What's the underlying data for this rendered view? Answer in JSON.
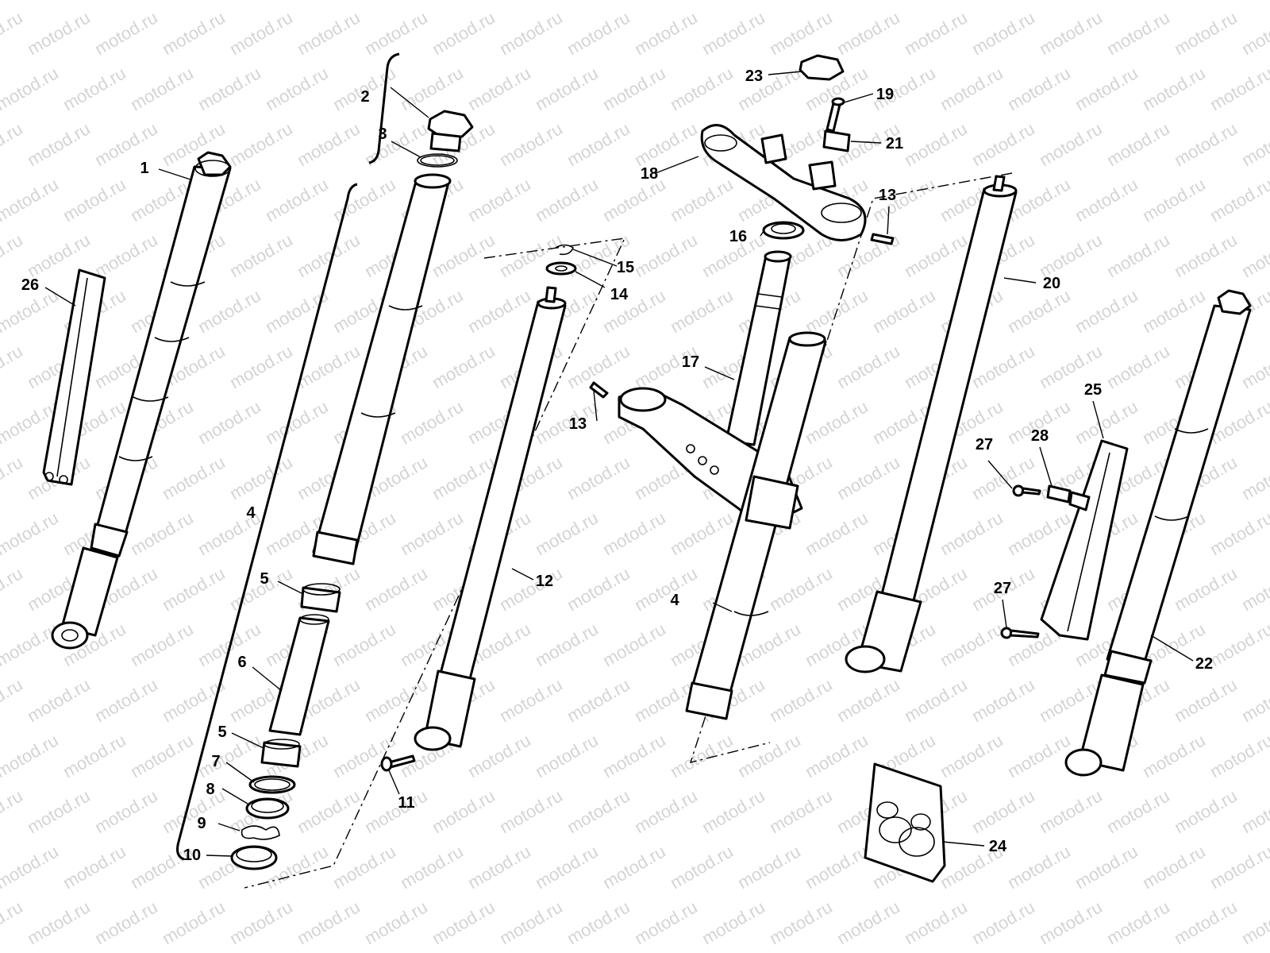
{
  "watermark": {
    "text": "motod.ru",
    "color": "#d4d4d4"
  },
  "callouts": [
    {
      "id": "c1",
      "label": "1"
    },
    {
      "id": "c2",
      "label": "2"
    },
    {
      "id": "c3",
      "label": "3"
    },
    {
      "id": "c4a",
      "label": "4"
    },
    {
      "id": "c4b",
      "label": "4"
    },
    {
      "id": "c5a",
      "label": "5"
    },
    {
      "id": "c5b",
      "label": "5"
    },
    {
      "id": "c6",
      "label": "6"
    },
    {
      "id": "c7",
      "label": "7"
    },
    {
      "id": "c8",
      "label": "8"
    },
    {
      "id": "c9",
      "label": "9"
    },
    {
      "id": "c10",
      "label": "10"
    },
    {
      "id": "c11",
      "label": "11"
    },
    {
      "id": "c12",
      "label": "12"
    },
    {
      "id": "c13a",
      "label": "13"
    },
    {
      "id": "c13b",
      "label": "13"
    },
    {
      "id": "c14",
      "label": "14"
    },
    {
      "id": "c15",
      "label": "15"
    },
    {
      "id": "c16",
      "label": "16"
    },
    {
      "id": "c17",
      "label": "17"
    },
    {
      "id": "c18",
      "label": "18"
    },
    {
      "id": "c19",
      "label": "19"
    },
    {
      "id": "c20",
      "label": "20"
    },
    {
      "id": "c21",
      "label": "21"
    },
    {
      "id": "c22",
      "label": "22"
    },
    {
      "id": "c23",
      "label": "23"
    },
    {
      "id": "c24",
      "label": "24"
    },
    {
      "id": "c25",
      "label": "25"
    },
    {
      "id": "c26",
      "label": "26"
    },
    {
      "id": "c27a",
      "label": "27"
    },
    {
      "id": "c27b",
      "label": "27"
    },
    {
      "id": "c28",
      "label": "28"
    }
  ]
}
